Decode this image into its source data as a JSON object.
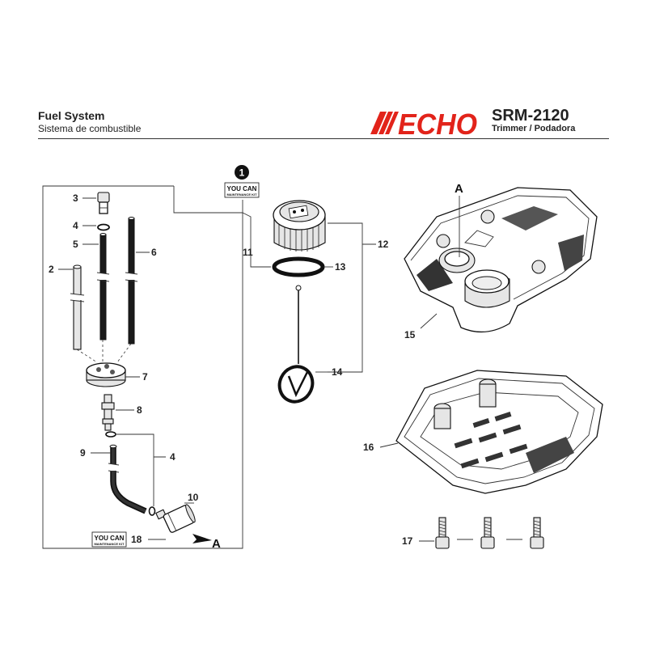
{
  "header": {
    "title": "Fuel System",
    "subtitle": "Sistema de combustible",
    "brand": "ECHO",
    "model": "SRM-2120",
    "model_desc": "Trimmer / Podadora"
  },
  "kit": {
    "line1": "YOU CAN",
    "line2": "MAINTENANCE KIT"
  },
  "badge": {
    "number": "1"
  },
  "callouts": {
    "p2": "2",
    "p3": "3",
    "p4a": "4",
    "p4b": "4",
    "p5": "5",
    "p6": "6",
    "p7": "7",
    "p8": "8",
    "p9": "9",
    "p10": "10",
    "p11": "11",
    "p12": "12",
    "p13": "13",
    "p14": "14",
    "p15": "15",
    "p16": "16",
    "p17": "17",
    "p18": "18",
    "refA1": "A",
    "refA2": "A"
  },
  "colors": {
    "brand_red": "#e2231a",
    "ink": "#222222"
  }
}
